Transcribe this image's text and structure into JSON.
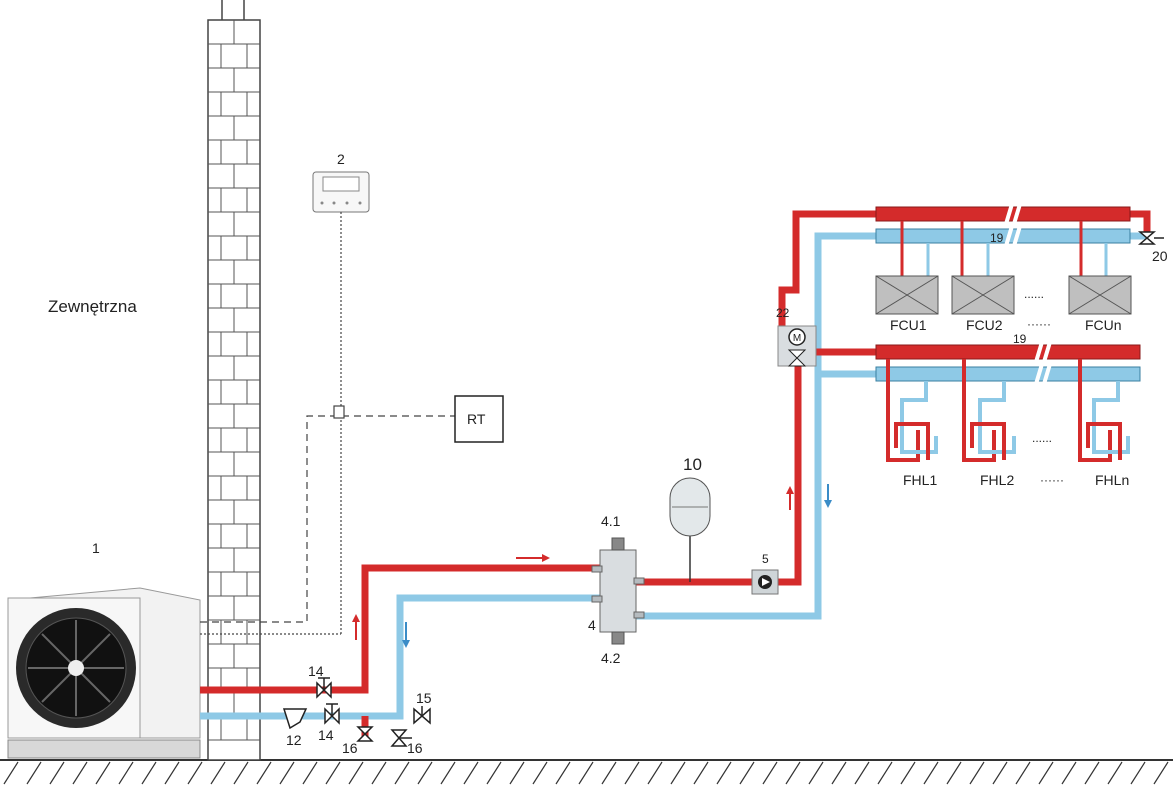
{
  "labels": {
    "outdoor": "Zewnętrzna",
    "n1": "1",
    "n2": "2",
    "rt": "RT",
    "n4": "4",
    "n41": "4.1",
    "n42": "4.2",
    "n5": "5",
    "n10": "10",
    "n12": "12",
    "n14a": "14",
    "n14b": "14",
    "n15": "15",
    "n16a": "16",
    "n16b": "16",
    "n19a": "19",
    "n19b": "19",
    "n20": "20",
    "n22": "22",
    "fcu1": "FCU1",
    "fcu2": "FCU2",
    "fcu_dots": "······",
    "fcun": "FCUn",
    "fcu_dots2": "......",
    "fhl1": "FHL1",
    "fhl2": "FHL2",
    "fhl_dots": "······",
    "fhl_dots2": "......",
    "fhln": "FHLn"
  },
  "colors": {
    "hot": "#d42b2b",
    "cold": "#8ec9e6",
    "wall": "#ffffff",
    "line": "#333333"
  }
}
